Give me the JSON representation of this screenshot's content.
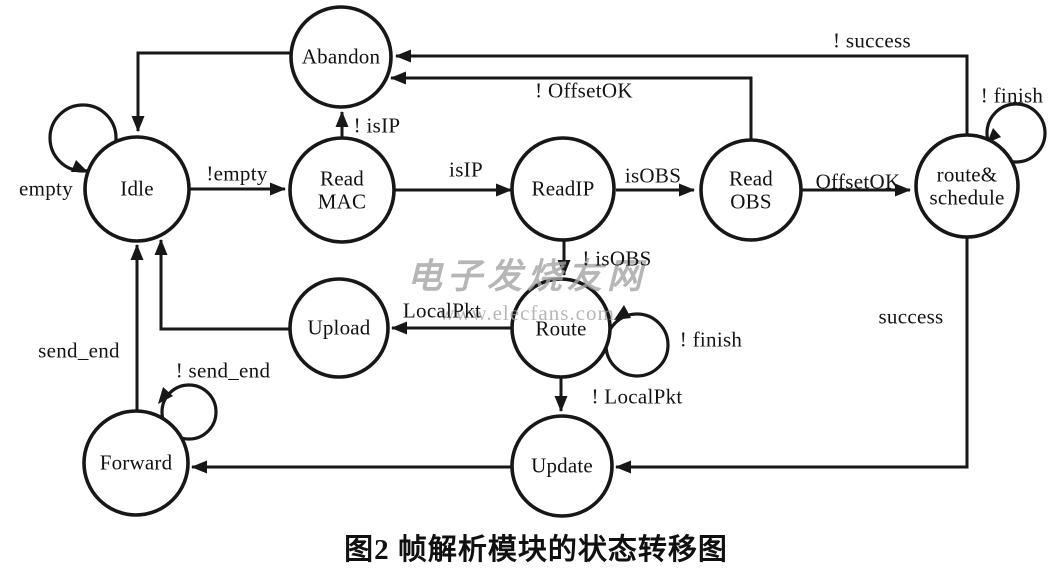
{
  "figure": {
    "caption": "图2 帧解析模块的状态转移图",
    "watermark": {
      "line1": "电子发烧友网",
      "line2": "www.elecfans.com"
    },
    "states": {
      "idle": "Idle",
      "abandon": "Abandon",
      "read_mac": "Read\nMAC",
      "read_ip": "ReadIP",
      "read_obs": "Read\nOBS",
      "route_schedule": "route&\nschedule",
      "upload": "Upload",
      "route": "Route",
      "forward": "Forward",
      "update": "Update"
    },
    "labels": {
      "empty": "empty",
      "not_empty": "!empty",
      "isip": "isIP",
      "not_isip": "! isIP",
      "isobs": "isOBS",
      "not_isobs": "! isOBS",
      "offsetok": "OffsetOK",
      "not_offsetok": "! OffsetOK",
      "not_success": "! success",
      "success": "success",
      "finish_route_schedule": "! finish",
      "finish_route": "! finish",
      "localpkt": "LocalPkt",
      "not_localpkt": "! LocalPkt",
      "send_end": "send_end",
      "not_send_end": "! send_end"
    },
    "transitions": [
      {
        "from": "Idle",
        "to": "Idle",
        "label": "empty"
      },
      {
        "from": "Idle",
        "to": "Read MAC",
        "label": "!empty"
      },
      {
        "from": "Read MAC",
        "to": "ReadIP",
        "label": "isIP"
      },
      {
        "from": "Read MAC",
        "to": "Abandon",
        "label": "! isIP"
      },
      {
        "from": "ReadIP",
        "to": "Read OBS",
        "label": "isOBS"
      },
      {
        "from": "ReadIP",
        "to": "Route",
        "label": "! isOBS"
      },
      {
        "from": "Read OBS",
        "to": "route&schedule",
        "label": "OffsetOK"
      },
      {
        "from": "Read OBS",
        "to": "Abandon",
        "label": "! OffsetOK"
      },
      {
        "from": "route&schedule",
        "to": "Abandon",
        "label": "! success"
      },
      {
        "from": "route&schedule",
        "to": "route&schedule",
        "label": "! finish"
      },
      {
        "from": "route&schedule",
        "to": "Update",
        "label": "success"
      },
      {
        "from": "Route",
        "to": "Upload",
        "label": "LocalPkt"
      },
      {
        "from": "Route",
        "to": "Route",
        "label": "! finish"
      },
      {
        "from": "Route",
        "to": "Update",
        "label": "! LocalPkt"
      },
      {
        "from": "Upload",
        "to": "Idle",
        "label": ""
      },
      {
        "from": "Update",
        "to": "Forward",
        "label": ""
      },
      {
        "from": "Forward",
        "to": "Idle",
        "label": "send_end"
      },
      {
        "from": "Forward",
        "to": "Forward",
        "label": "! send_end"
      },
      {
        "from": "Abandon",
        "to": "Idle",
        "label": ""
      }
    ],
    "colors": {
      "ink": "#171717",
      "watermark": "#a5a5a5",
      "background": "#ffffff"
    }
  }
}
